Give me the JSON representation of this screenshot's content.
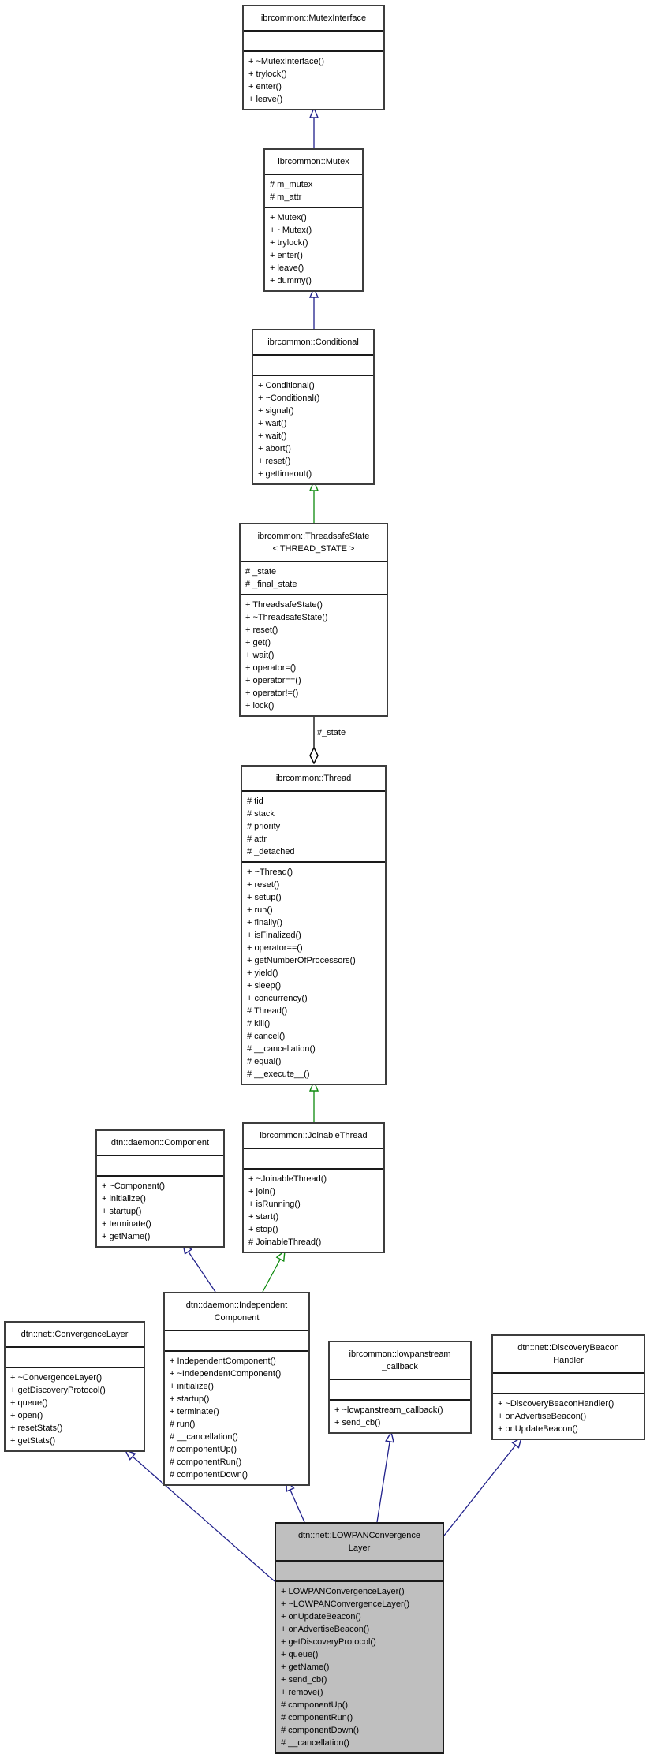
{
  "colors": {
    "public_inheritance": "#21218b",
    "protected_inheritance": "#0e8a0e",
    "usage_edge": "#000000",
    "highlight_fill": "#bfbfbf",
    "node_fill": "#ffffff",
    "node_border": "#3d3d3d"
  },
  "edge_labels": {
    "state": "#_state"
  },
  "classes": [
    {
      "id": "mutex-interface",
      "title_lines": [
        "ibrcommon::MutexInterface"
      ],
      "attributes": [],
      "methods": [
        "+ ~MutexInterface()",
        "+ trylock()",
        "+ enter()",
        "+ leave()"
      ]
    },
    {
      "id": "mutex",
      "title_lines": [
        "ibrcommon::Mutex"
      ],
      "attributes": [
        "# m_mutex",
        "# m_attr"
      ],
      "methods": [
        "+ Mutex()",
        "+ ~Mutex()",
        "+ trylock()",
        "+ enter()",
        "+ leave()",
        "+ dummy()"
      ]
    },
    {
      "id": "conditional",
      "title_lines": [
        "ibrcommon::Conditional"
      ],
      "attributes": [],
      "methods": [
        "+ Conditional()",
        "+ ~Conditional()",
        "+ signal()",
        "+ wait()",
        "+ wait()",
        "+ abort()",
        "+ reset()",
        "+ gettimeout()"
      ]
    },
    {
      "id": "threadsafe-state",
      "title_lines": [
        "ibrcommon::ThreadsafeState",
        "< THREAD_STATE >"
      ],
      "attributes": [
        "# _state",
        "# _final_state"
      ],
      "methods": [
        "+ ThreadsafeState()",
        "+ ~ThreadsafeState()",
        "+ reset()",
        "+ get()",
        "+ wait()",
        "+ operator=()",
        "+ operator==()",
        "+ operator!=()",
        "+ lock()"
      ]
    },
    {
      "id": "thread",
      "title_lines": [
        "ibrcommon::Thread"
      ],
      "attributes": [
        "# tid",
        "# stack",
        "# priority",
        "# attr",
        "# _detached"
      ],
      "methods": [
        "+ ~Thread()",
        "+ reset()",
        "+ setup()",
        "+ run()",
        "+ finally()",
        "+ isFinalized()",
        "+ operator==()",
        "+ getNumberOfProcessors()",
        "+ yield()",
        "+ sleep()",
        "+ concurrency()",
        "# Thread()",
        "# kill()",
        "# cancel()",
        "# __cancellation()",
        "# equal()",
        "# __execute__()"
      ]
    },
    {
      "id": "component",
      "title_lines": [
        "dtn::daemon::Component"
      ],
      "attributes": [],
      "methods": [
        "+ ~Component()",
        "+ initialize()",
        "+ startup()",
        "+ terminate()",
        "+ getName()"
      ]
    },
    {
      "id": "joinable-thread",
      "title_lines": [
        "ibrcommon::JoinableThread"
      ],
      "attributes": [],
      "methods": [
        "+ ~JoinableThread()",
        "+ join()",
        "+ isRunning()",
        "+ start()",
        "+ stop()",
        "# JoinableThread()"
      ]
    },
    {
      "id": "independent-component",
      "title_lines": [
        "dtn::daemon::Independent",
        "Component"
      ],
      "attributes": [],
      "methods": [
        "+ IndependentComponent()",
        "+ ~IndependentComponent()",
        "+ initialize()",
        "+ startup()",
        "+ terminate()",
        "# run()",
        "# __cancellation()",
        "# componentUp()",
        "# componentRun()",
        "# componentDown()"
      ]
    },
    {
      "id": "convergence-layer",
      "title_lines": [
        "dtn::net::ConvergenceLayer"
      ],
      "attributes": [],
      "methods": [
        "+ ~ConvergenceLayer()",
        "+ getDiscoveryProtocol()",
        "+ queue()",
        "+ open()",
        "+ resetStats()",
        "+ getStats()"
      ]
    },
    {
      "id": "lowpanstream-callback",
      "title_lines": [
        "ibrcommon::lowpanstream",
        "_callback"
      ],
      "attributes": [],
      "methods": [
        "+ ~lowpanstream_callback()",
        "+ send_cb()"
      ]
    },
    {
      "id": "discovery-beacon-handler",
      "title_lines": [
        "dtn::net::DiscoveryBeacon",
        "Handler"
      ],
      "attributes": [],
      "methods": [
        "+ ~DiscoveryBeaconHandler()",
        "+ onAdvertiseBeacon()",
        "+ onUpdateBeacon()"
      ]
    },
    {
      "id": "lowpan-convergence-layer",
      "title_lines": [
        "dtn::net::LOWPANConvergence",
        "Layer"
      ],
      "attributes": [],
      "methods": [
        "+ LOWPANConvergenceLayer()",
        "+ ~LOWPANConvergenceLayer()",
        "+ onUpdateBeacon()",
        "+ onAdvertiseBeacon()",
        "+ getDiscoveryProtocol()",
        "+ queue()",
        "+ getName()",
        "+ send_cb()",
        "+ remove()",
        "# componentUp()",
        "# componentRun()",
        "# componentDown()",
        "# __cancellation()"
      ]
    }
  ]
}
